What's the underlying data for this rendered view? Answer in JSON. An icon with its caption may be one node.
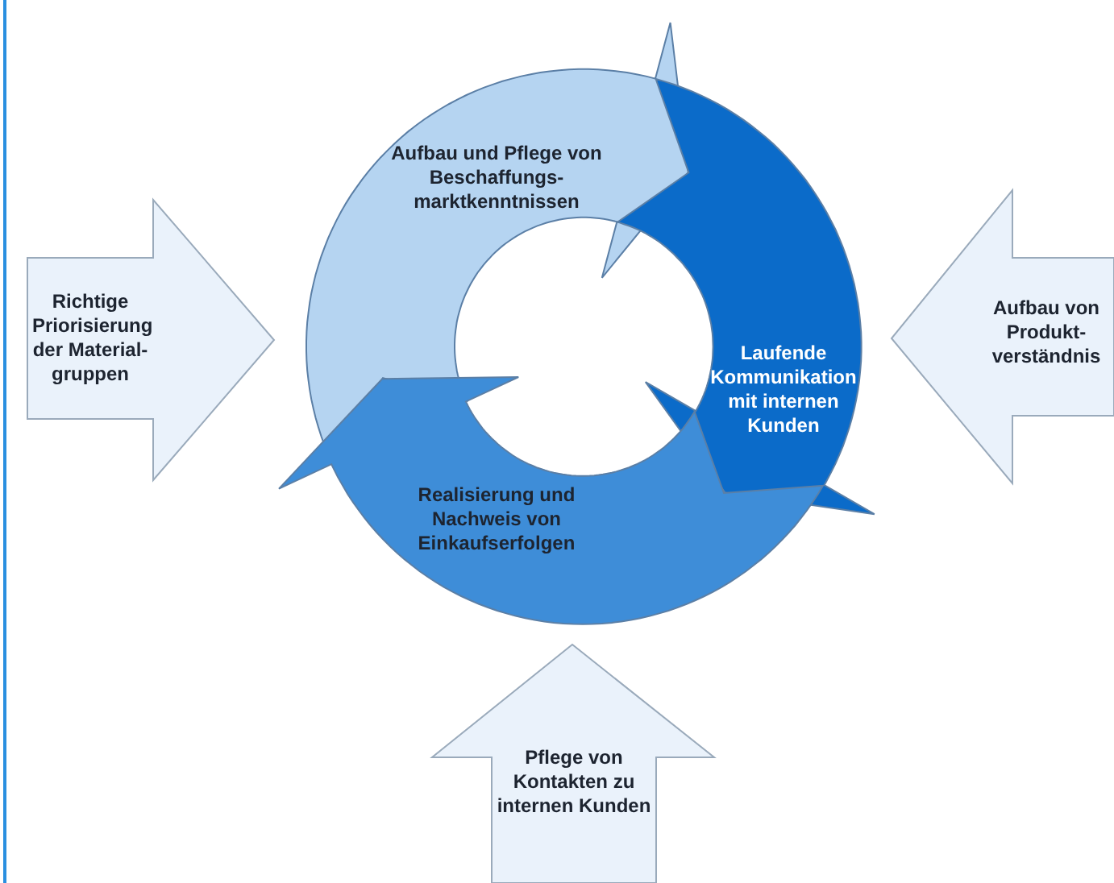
{
  "diagram": {
    "nodes": [
      {
        "text": [
          "Aufbau und Pflege von Beschaffungs-marktkenntnissen"
        ]
      },
      {
        "text": [
          "Laufende Kommunikation mit internen Kunden"
        ]
      },
      {
        "text": [
          "Realisierung und Nachweis von Einkaufserfolgen"
        ]
      },
      {
        "text": [
          "Richtige Priorisierung der Material-gruppen"
        ]
      },
      {
        "text": [
          "Aufbau von Produkt-verständnis"
        ]
      },
      {
        "text": [
          "Pflege von Kontakten zu internen Kunden"
        ]
      }
    ]
  }
}
